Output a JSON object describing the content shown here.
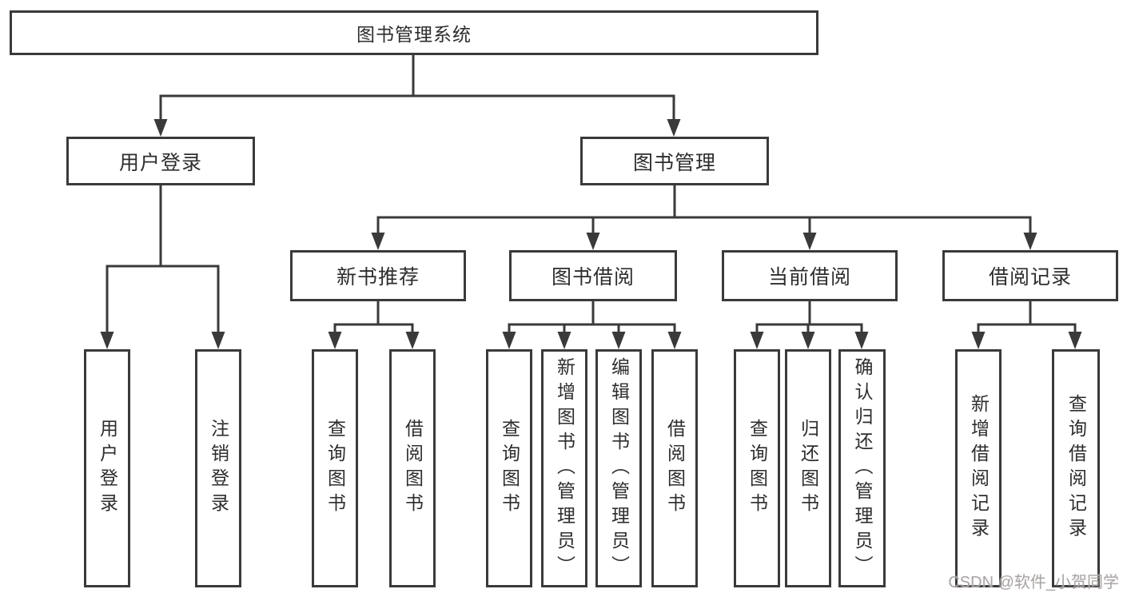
{
  "tree": {
    "label": "图书管理系统",
    "children": [
      {
        "label": "用户登录",
        "children": [
          {
            "label": "用户登录"
          },
          {
            "label": "注销登录"
          }
        ]
      },
      {
        "label": "图书管理",
        "children": [
          {
            "label": "新书推荐",
            "children": [
              {
                "label": "查询图书"
              },
              {
                "label": "借阅图书"
              }
            ]
          },
          {
            "label": "图书借阅",
            "children": [
              {
                "label": "查询图书"
              },
              {
                "label": "新增图书（管理员）"
              },
              {
                "label": "编辑图书（管理员）"
              },
              {
                "label": "借阅图书"
              }
            ]
          },
          {
            "label": "当前借阅",
            "children": [
              {
                "label": "查询图书"
              },
              {
                "label": "归还图书"
              },
              {
                "label": "确认归还（管理员）"
              }
            ]
          },
          {
            "label": "借阅记录",
            "children": [
              {
                "label": "新增借阅记录"
              },
              {
                "label": "查询借阅记录"
              }
            ]
          }
        ]
      }
    ]
  },
  "watermark": "CSDN @软件_小贺同学",
  "colors": {
    "line_and_border": "#3a3a3a",
    "text": "#2d2d2d",
    "watermark_text": "#9e9e9e",
    "background": "#ffffff"
  }
}
